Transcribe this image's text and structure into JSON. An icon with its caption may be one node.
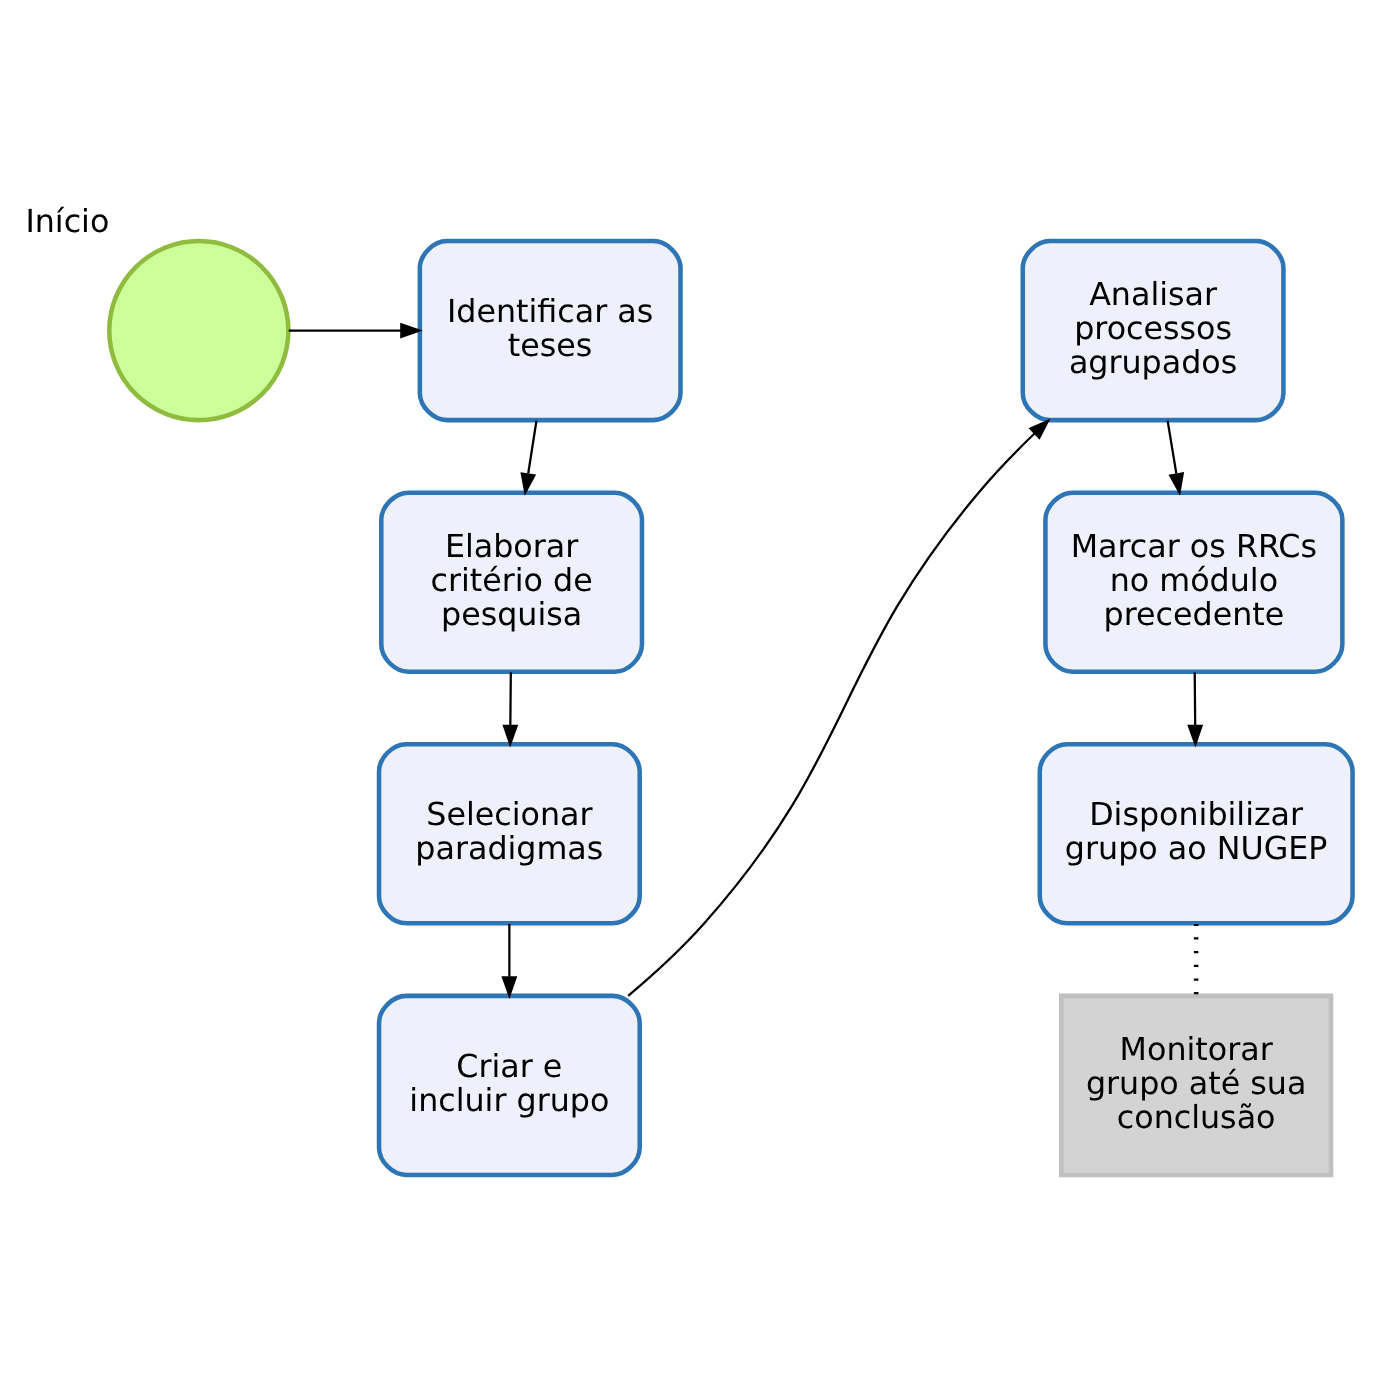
{
  "diagram": {
    "nodes": [
      {
        "text": [],
        "shape": "circle",
        "beside": [
          "Início"
        ]
      },
      {
        "text": [
          "Identificar as teses"
        ]
      },
      {
        "text": [
          "Elaborar critério de pesquisa"
        ]
      },
      {
        "text": [
          "Selecionar paradigmas"
        ]
      },
      {
        "text": [
          "Criar e incluir grupo"
        ]
      },
      {
        "text": [
          "Analisar processos agrupados"
        ]
      },
      {
        "text": [
          "Marcar os RRCs no módulo precedente"
        ]
      },
      {
        "text": [
          "Disponibilizar grupo ao NUGEP"
        ]
      },
      {
        "text": [
          "Monitorar grupo até sua conclusão"
        ]
      }
    ],
    "edges": [
      {
        "from": 0,
        "to": 1,
        "arrow": "to"
      },
      {
        "from": 1,
        "to": 2,
        "arrow": "to"
      },
      {
        "from": 2,
        "to": 3,
        "arrow": "to"
      },
      {
        "from": 3,
        "to": 4,
        "arrow": "to"
      },
      {
        "from": 4,
        "to": 5,
        "arrow": "to"
      },
      {
        "from": 5,
        "to": 6,
        "arrow": "to"
      },
      {
        "from": 6,
        "to": 7,
        "arrow": "to"
      },
      {
        "from": 7,
        "to": 8,
        "arrow": "none",
        "style": "dashed"
      }
    ]
  }
}
